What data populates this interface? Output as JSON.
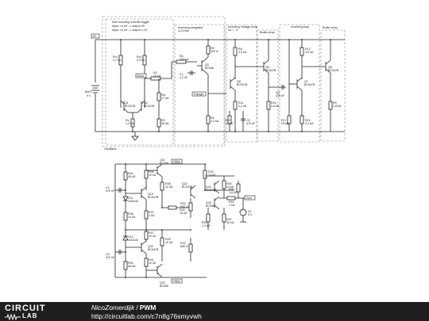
{
  "schematic": {
    "boxes": {
      "schmitt_title": "Non inverting schmitt trigger",
      "schmitt_line1": "Input >4,4V -> output 9V",
      "schmitt_line2": "Input <0,4V -> output 1,1V",
      "integrator": "Inverting integrator\n4,2V/ms",
      "voltage_amp": "Inverting Voltage Amp\nAv = -3",
      "buffer_amp_1": "Buffer Amp",
      "inverting_amp": "Inverting Amp",
      "buffer_amp_2": "Buffer Amp",
      "oscillator": "Oscillator"
    },
    "tags": {
      "block": "Block",
      "triangle": "Triangle",
      "pwm": "PWM",
      "vout": "Vout"
    },
    "top": {
      "rail_v": "9V",
      "battery_name": "BAT1",
      "battery_value": "9 V",
      "rc1": "Rc1\n2,7 kΩ",
      "rc2": "Rc2\n3,3 kΩ",
      "r2": "R2\n10 kΩ",
      "q1": "Q1\nBC547B",
      "q2": "Q2\nBC547B",
      "rin": "Rin\n27 kΩ",
      "re": "Re\n1,2 kΩ",
      "r3": "R3\n56 kΩ",
      "r4": "R4\n220 kΩ",
      "r5": "R5\n390 Ω",
      "q3": "Q3\nBC556",
      "c1": "C1\n2,2 nF",
      "r6": "R6\n2,2 kΩ",
      "r8": "R8\n3,9 kΩ",
      "q8": "Q8\nBC547B",
      "q9": "Q9\nBC547B",
      "r11": "R11\n1,2 kΩ",
      "r10": "R10\n3,3 kΩ",
      "c5": "C5\n470 nF",
      "r16": "R16\n1,8 kΩ",
      "c6": "C6\n470 nF",
      "r12": "R12\n3,9 kΩ",
      "q7": "Q7\nBC547B",
      "q6": "Q6\nBC547B",
      "r17": "R17\n15 kΩ",
      "r21": "R21\n2,2 kΩ",
      "r9": "R9\n1,8 kΩ"
    },
    "bottom": {
      "r44": "R44\n36 kΩ",
      "r45": "R45\n36 kΩ",
      "c4": "C4\n470 nF",
      "c5b": "C5\n470 nF",
      "d11": "D11\n1N4148",
      "d12": "D12\n1N4148",
      "r46": "R46\n10 kΩ",
      "r47": "R47\n10 kΩ",
      "q21": "Q21\nBC556",
      "q22": "Q22\nBC556",
      "q19": "Q19\nBC547B",
      "q20": "Q20\nBC547B",
      "q23": "Q23\nBC547B",
      "r48": "R48\n10 kΩ",
      "r49": "R49\n10 kΩ",
      "r37": "R37\n1 kΩ",
      "r38": "R38\n10 kΩ",
      "r40": "R40\n10 kΩ",
      "r41": "R41\n10 kΩ",
      "r30": "R30\n680 Ω",
      "r39": "R39\n680 Ω",
      "r33": "R33\n10 kΩ",
      "q24": "Q24\nBC547B",
      "q25": "Q25\nBC556",
      "r50": "R50\n10 kΩ",
      "r51": "R51\n1 kΩ",
      "r53": "R53\n1,2 kΩ",
      "r57": "R57\n39 kΩ",
      "v2": "V2\n9 V",
      "r59": "R59\n1,8 kΩ"
    }
  },
  "footer": {
    "logo_top": "CIRCUIT",
    "logo_bottom": "LAB",
    "author": "NicoZomerdijk",
    "separator": "/",
    "title": "PWM",
    "url": "http://circuitlab.com/c7n8g76smyvwh"
  }
}
